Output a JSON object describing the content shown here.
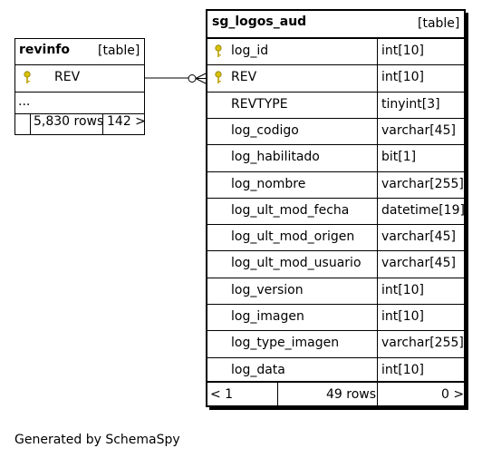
{
  "revinfo": {
    "name": "revinfo",
    "type_tag": "[table]",
    "columns": [
      {
        "name": "REV",
        "key": true
      }
    ],
    "ellipsis": "...",
    "rows_label": "5,830 rows",
    "children_label": "142 >"
  },
  "sg_logos_aud": {
    "name": "sg_logos_aud",
    "type_tag": "[table]",
    "columns": [
      {
        "name": "log_id",
        "type": "int[10]",
        "key": true
      },
      {
        "name": "REV",
        "type": "int[10]",
        "key": true
      },
      {
        "name": "REVTYPE",
        "type": "tinyint[3]",
        "key": false
      },
      {
        "name": "log_codigo",
        "type": "varchar[45]",
        "key": false
      },
      {
        "name": "log_habilitado",
        "type": "bit[1]",
        "key": false
      },
      {
        "name": "log_nombre",
        "type": "varchar[255]",
        "key": false
      },
      {
        "name": "log_ult_mod_fecha",
        "type": "datetime[19]",
        "key": false
      },
      {
        "name": "log_ult_mod_origen",
        "type": "varchar[45]",
        "key": false
      },
      {
        "name": "log_ult_mod_usuario",
        "type": "varchar[45]",
        "key": false
      },
      {
        "name": "log_version",
        "type": "int[10]",
        "key": false
      },
      {
        "name": "log_imagen",
        "type": "int[10]",
        "key": false
      },
      {
        "name": "log_type_imagen",
        "type": "varchar[255]",
        "key": false
      },
      {
        "name": "log_data",
        "type": "int[10]",
        "key": false
      }
    ],
    "parents_label": "< 1",
    "rows_label": "49 rows",
    "children_label": "0 >"
  },
  "footer": "Generated by SchemaSpy"
}
